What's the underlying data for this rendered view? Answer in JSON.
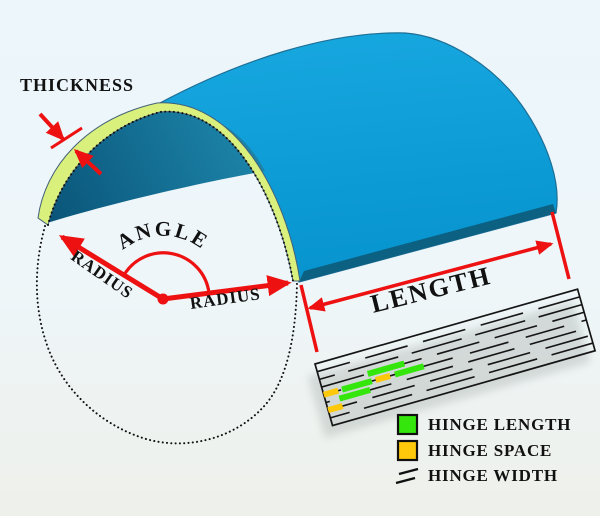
{
  "diagram": {
    "labels": {
      "thickness": "THICKNESS",
      "angle": "ANGLE",
      "radius_left": "RADIUS",
      "radius_right": "RADIUS",
      "length": "LENGTH"
    },
    "legend": {
      "items": [
        {
          "swatch": "hinge-length-swatch",
          "label": "HINGE LENGTH",
          "color": "#35e60d"
        },
        {
          "swatch": "hinge-space-swatch",
          "label": "HINGE SPACE",
          "color": "#fec90a"
        },
        {
          "swatch": "hinge-width-icon",
          "label": "HINGE WIDTH",
          "color": "#111111"
        }
      ]
    },
    "colors": {
      "annotation_red": "#ee1111",
      "shell_outer_blue": "#0a9fd8",
      "shell_inner_teal": "#0f6385",
      "shell_rim_green": "#d9f07d",
      "hinge_length_green": "#35e60d",
      "hinge_space_yellow": "#fec90a",
      "background": "#edf6fb"
    }
  }
}
